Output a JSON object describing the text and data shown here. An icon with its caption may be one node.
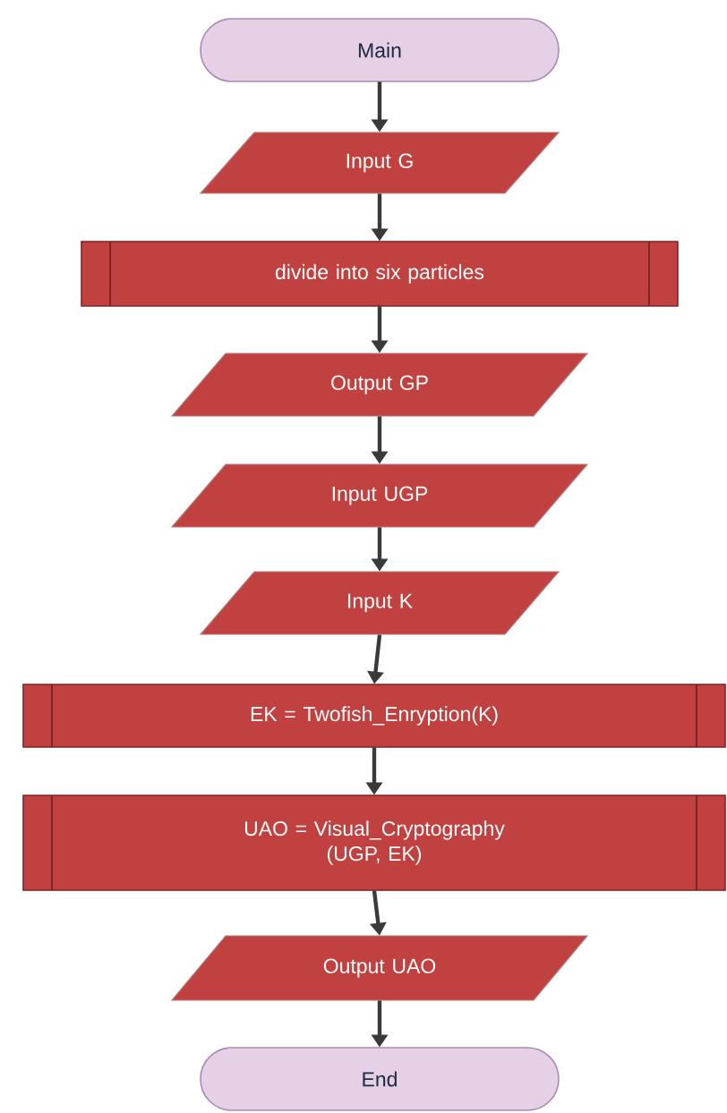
{
  "diagram": {
    "nodes": [
      {
        "text": [
          "Main"
        ]
      },
      {
        "text": [
          "Input G"
        ]
      },
      {
        "text": [
          "divide into six particles"
        ]
      },
      {
        "text": [
          "Output GP"
        ]
      },
      {
        "text": [
          "Input UGP"
        ]
      },
      {
        "text": [
          "Input K"
        ]
      },
      {
        "text": [
          "EK = Twofish_Enryption(K)"
        ]
      },
      {
        "text": [
          "UAO = Visual_Cryptography (UGP, EK)"
        ]
      },
      {
        "text": [
          "Output UAO"
        ]
      },
      {
        "text": [
          "End"
        ]
      }
    ],
    "edges": [
      {
        "from": 0,
        "to": 1,
        "arrow": "to"
      },
      {
        "from": 1,
        "to": 2,
        "arrow": "to"
      },
      {
        "from": 2,
        "to": 3,
        "arrow": "to"
      },
      {
        "from": 3,
        "to": 4,
        "arrow": "to"
      },
      {
        "from": 4,
        "to": 5,
        "arrow": "to"
      },
      {
        "from": 5,
        "to": 6,
        "arrow": "to"
      },
      {
        "from": 6,
        "to": 7,
        "arrow": "to"
      },
      {
        "from": 7,
        "to": 8,
        "arrow": "to"
      },
      {
        "from": 8,
        "to": 9,
        "arrow": "to"
      }
    ]
  }
}
